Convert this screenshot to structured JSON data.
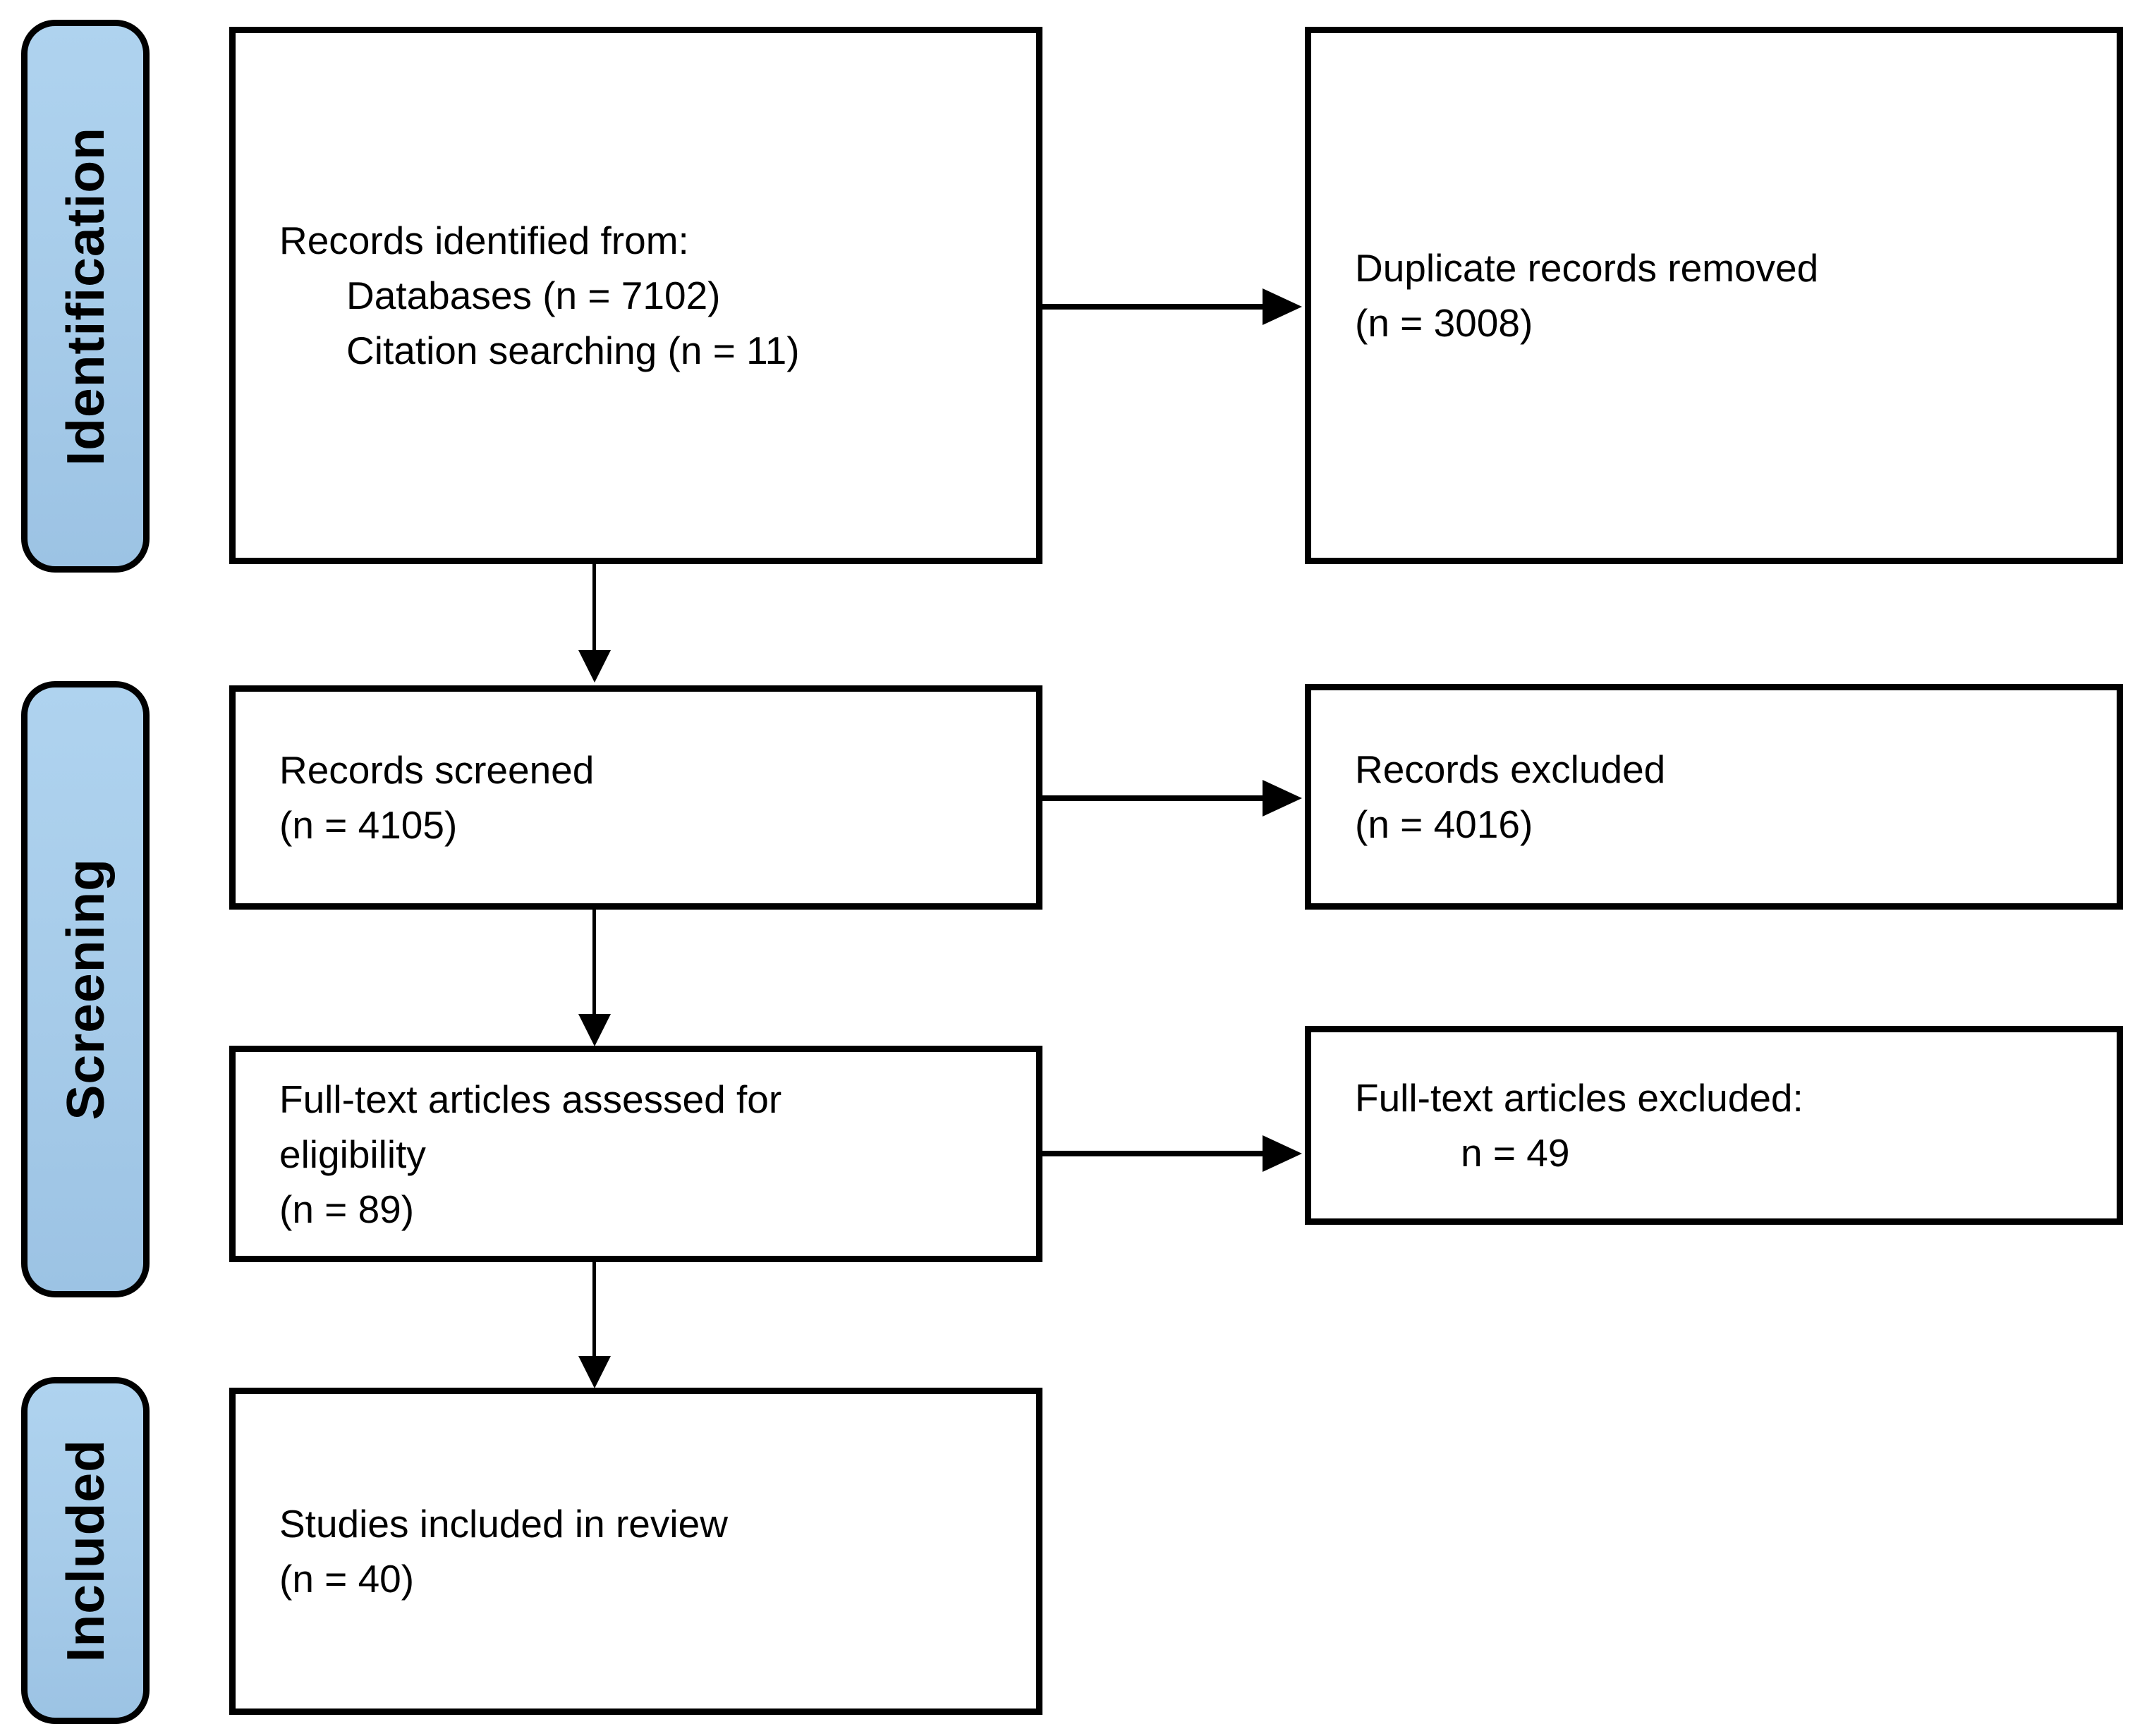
{
  "colors": {
    "stage_fill": "#A6CBE9",
    "stage_border": "#000000",
    "box_border": "#000000",
    "arrow": "#000000",
    "background": "#FFFFFF",
    "text": "#000000"
  },
  "stages": [
    {
      "label": "Identification"
    },
    {
      "label": "Screening"
    },
    {
      "label": "Included"
    }
  ],
  "boxes": {
    "records_identified": {
      "lines": [
        {
          "text": "Records identified from:"
        },
        {
          "text": "Databases (n = 7102)"
        },
        {
          "text": "Citation searching (n = 11)"
        }
      ]
    },
    "duplicates_removed": {
      "lines": [
        {
          "text": "Duplicate records removed"
        },
        {
          "text": "(n = 3008)"
        }
      ]
    },
    "records_screened": {
      "lines": [
        {
          "text": "Records screened"
        },
        {
          "text": "(n = 4105)"
        }
      ]
    },
    "records_excluded": {
      "lines": [
        {
          "text": "Records excluded"
        },
        {
          "text": "(n = 4016)"
        }
      ]
    },
    "fulltext_assessed": {
      "lines": [
        {
          "text": "Full-text articles assessed for"
        },
        {
          "text": "eligibility"
        },
        {
          "text": "(n = 89)"
        }
      ]
    },
    "fulltext_excluded": {
      "lines": [
        {
          "text": "Full-text articles excluded:"
        },
        {
          "text": "n = 49"
        }
      ]
    },
    "studies_included": {
      "lines": [
        {
          "text": "Studies included in review"
        },
        {
          "text": "(n = 40)"
        }
      ]
    }
  }
}
